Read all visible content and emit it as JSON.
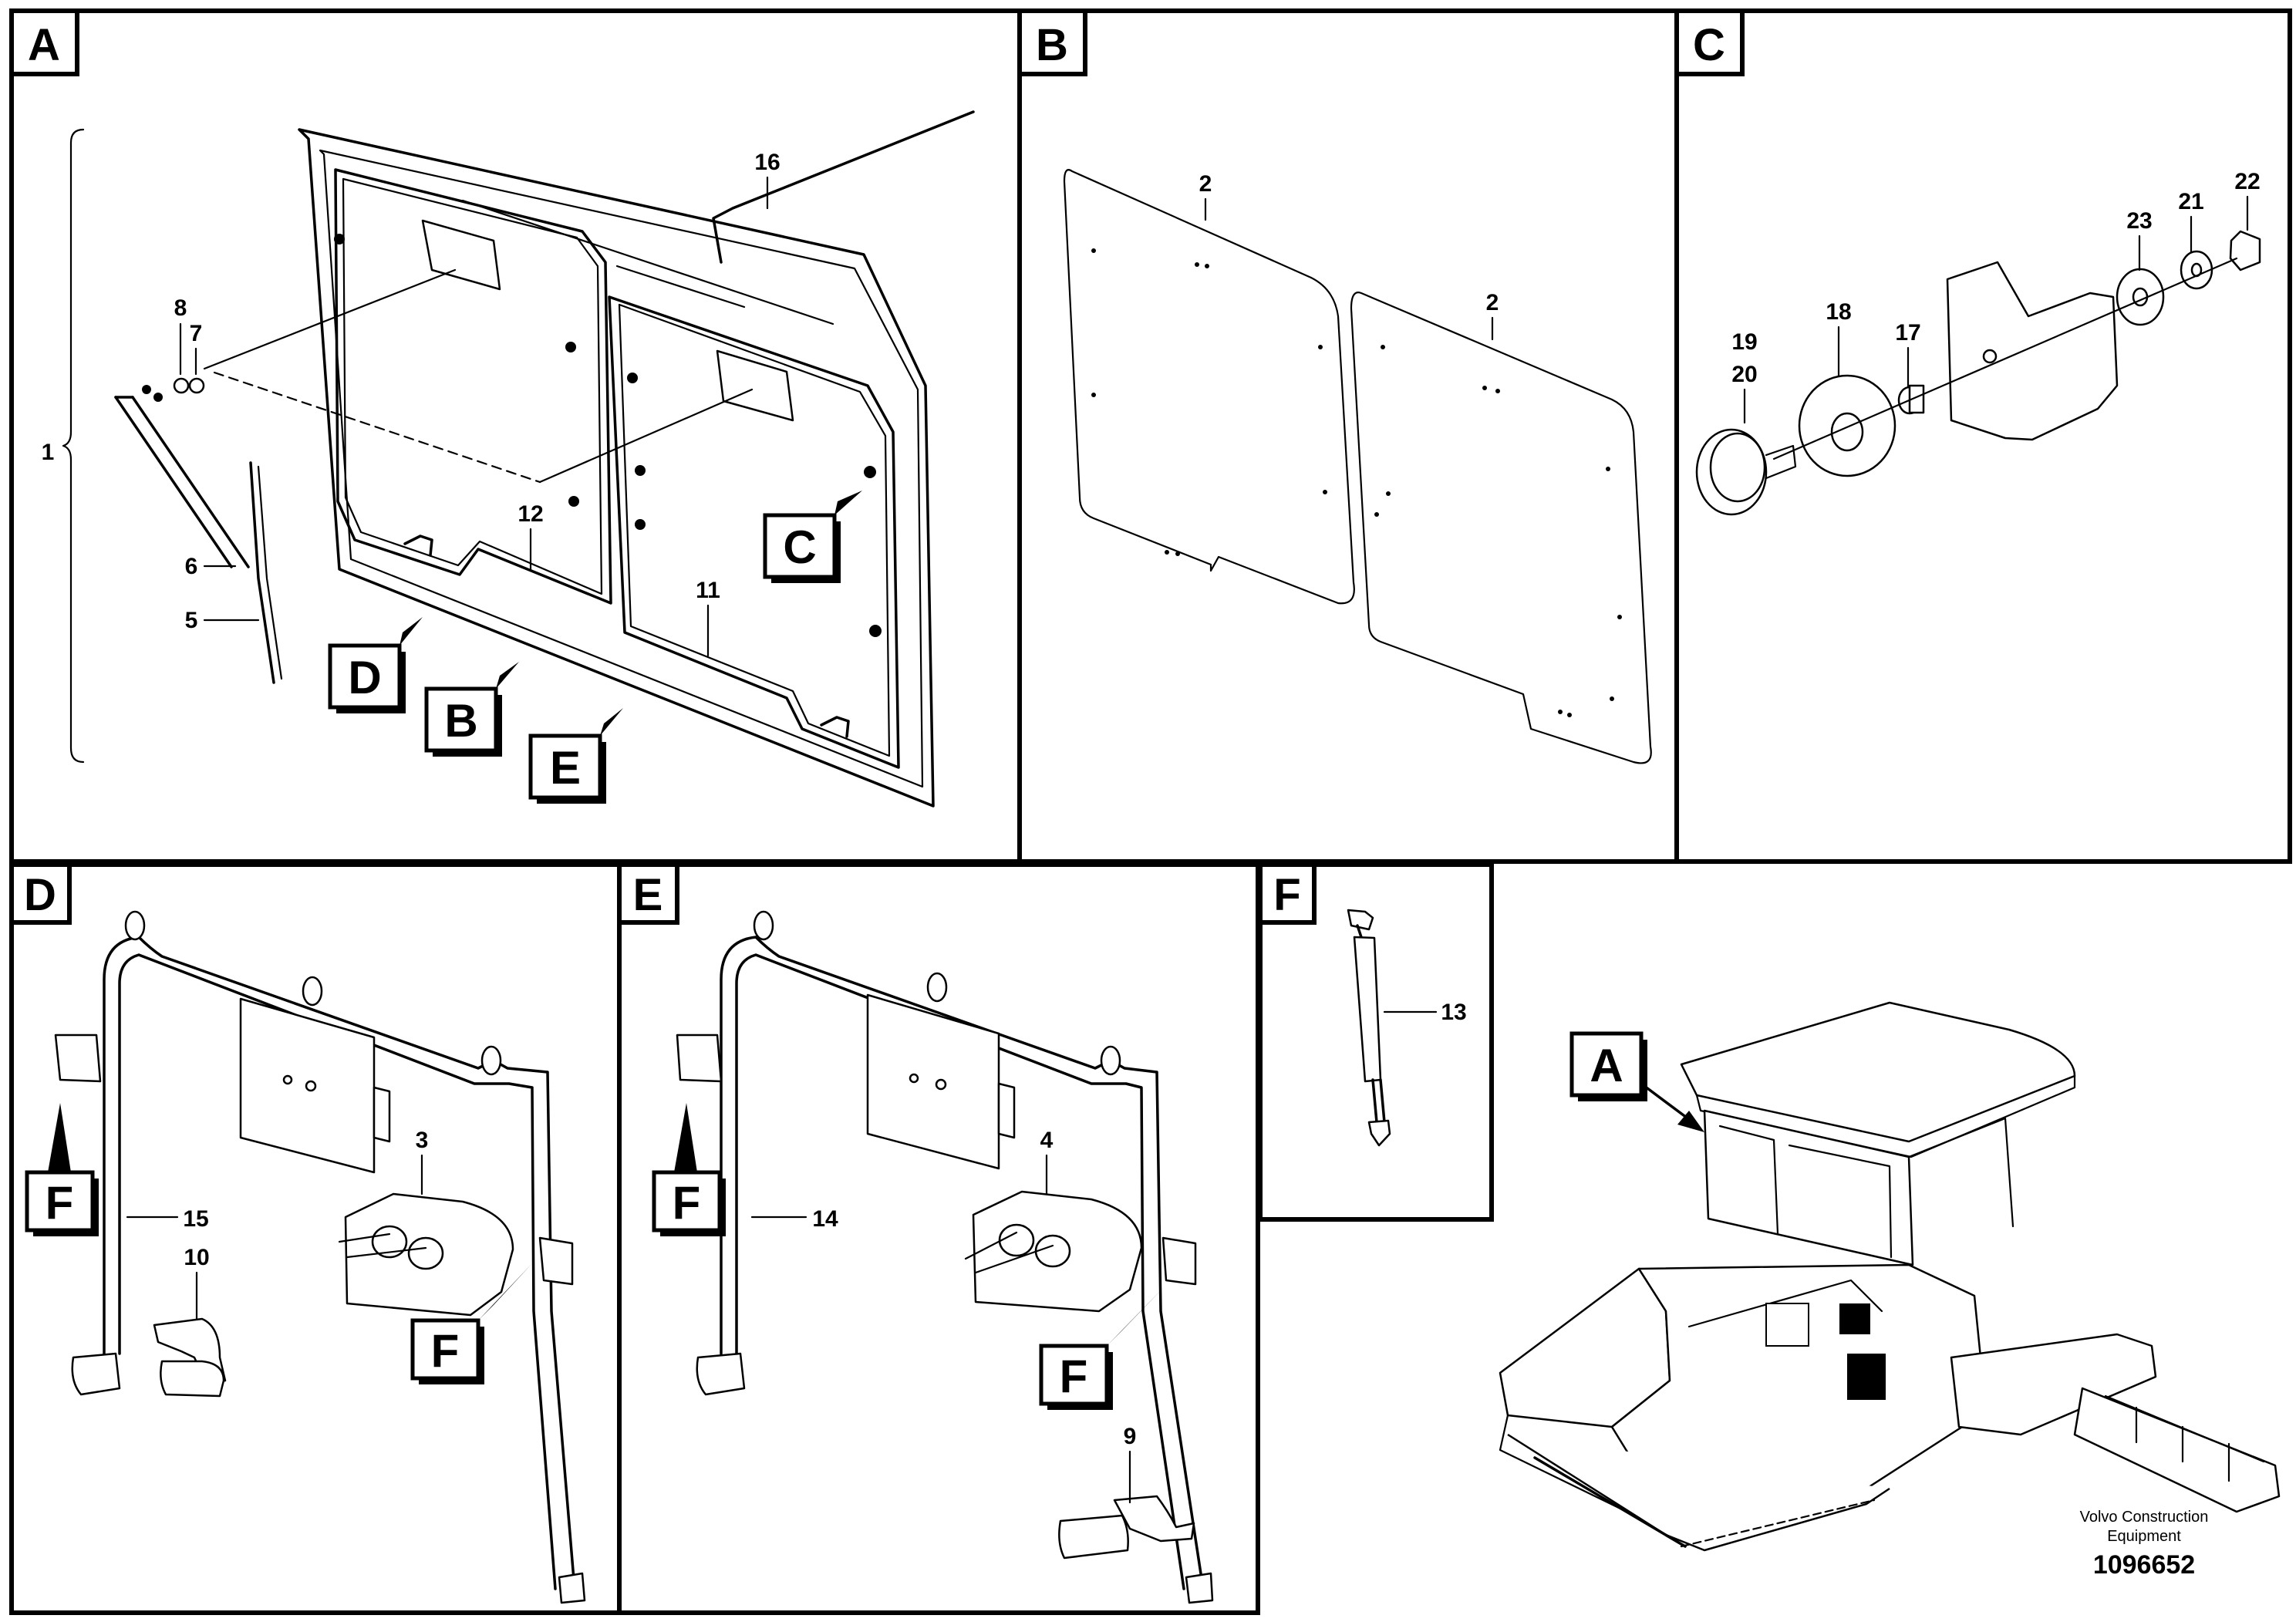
{
  "panels": {
    "A": {
      "letter": "A"
    },
    "B": {
      "letter": "B"
    },
    "C": {
      "letter": "C"
    },
    "D": {
      "letter": "D"
    },
    "E": {
      "letter": "E"
    },
    "F": {
      "letter": "F"
    }
  },
  "view_refs": {
    "a_c": "C",
    "a_d": "D",
    "a_b": "B",
    "a_e": "E",
    "d_f1": "F",
    "d_f2": "F",
    "e_f1": "F",
    "e_f2": "F",
    "overview_a": "A"
  },
  "callouts": {
    "a_1": "1",
    "a_5": "5",
    "a_6": "6",
    "a_7": "7",
    "a_8": "8",
    "a_11": "11",
    "a_12": "12",
    "a_16": "16",
    "b_2a": "2",
    "b_2b": "2",
    "c_17": "17",
    "c_18": "18",
    "c_19": "19",
    "c_20": "20",
    "c_21": "21",
    "c_22": "22",
    "c_23": "23",
    "d_3": "3",
    "d_10": "10",
    "d_15": "15",
    "e_4": "4",
    "e_9": "9",
    "e_14": "14",
    "f_13": "13"
  },
  "footer": {
    "brand_line1": "Volvo Construction",
    "brand_line2": "Equipment",
    "drawing_number": "1096652"
  }
}
